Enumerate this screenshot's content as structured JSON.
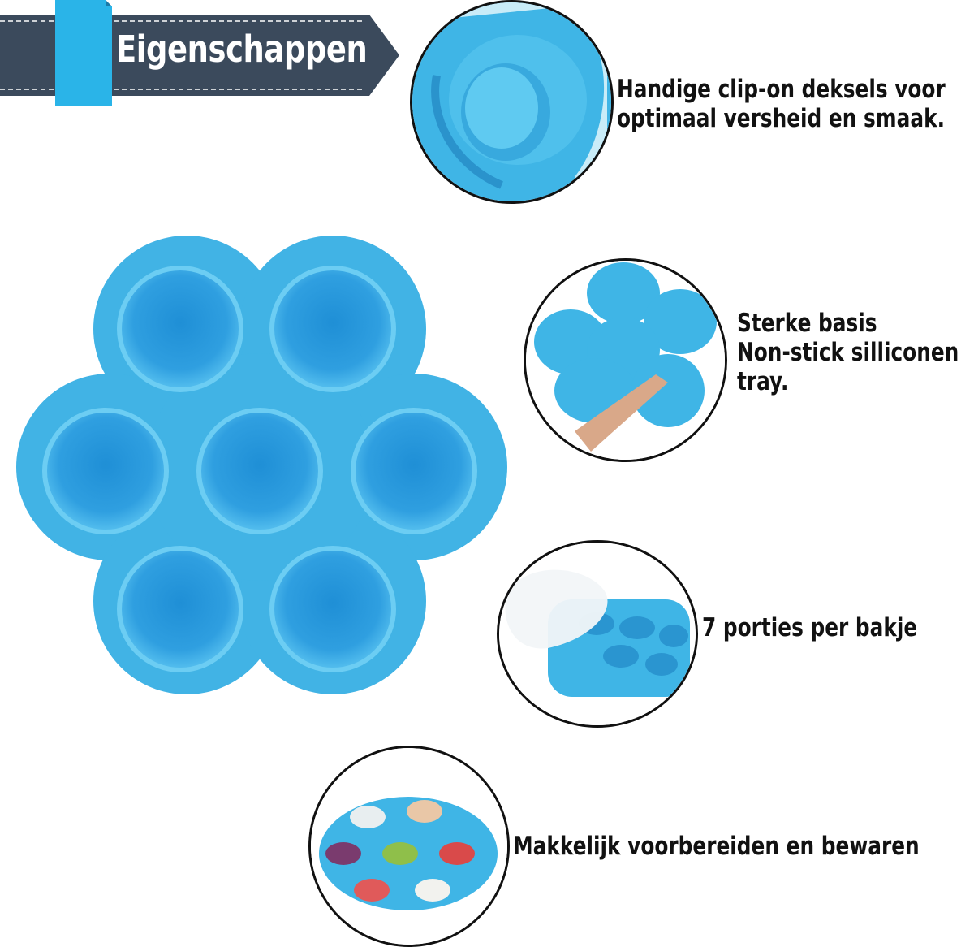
{
  "banner": {
    "title": "Eigenschappen",
    "color": "#3b4a5c",
    "accent": "#2ab4e8"
  },
  "product_color": "#3fb2e4",
  "features": [
    {
      "text_line1": "Handige clip-on deksels voor",
      "text_line2": "optimaal versheid en smaak.",
      "icon": "lid-closeup"
    },
    {
      "text_line1": "Sterke basis",
      "text_line2": "Non-stick silliconen",
      "text_line3": "tray.",
      "icon": "tray-push"
    },
    {
      "text_line1": "7 porties per bakje",
      "icon": "tray-with-lid"
    },
    {
      "text_line1": "Makkelijk voorbereiden en bewaren",
      "icon": "tray-with-food"
    }
  ]
}
